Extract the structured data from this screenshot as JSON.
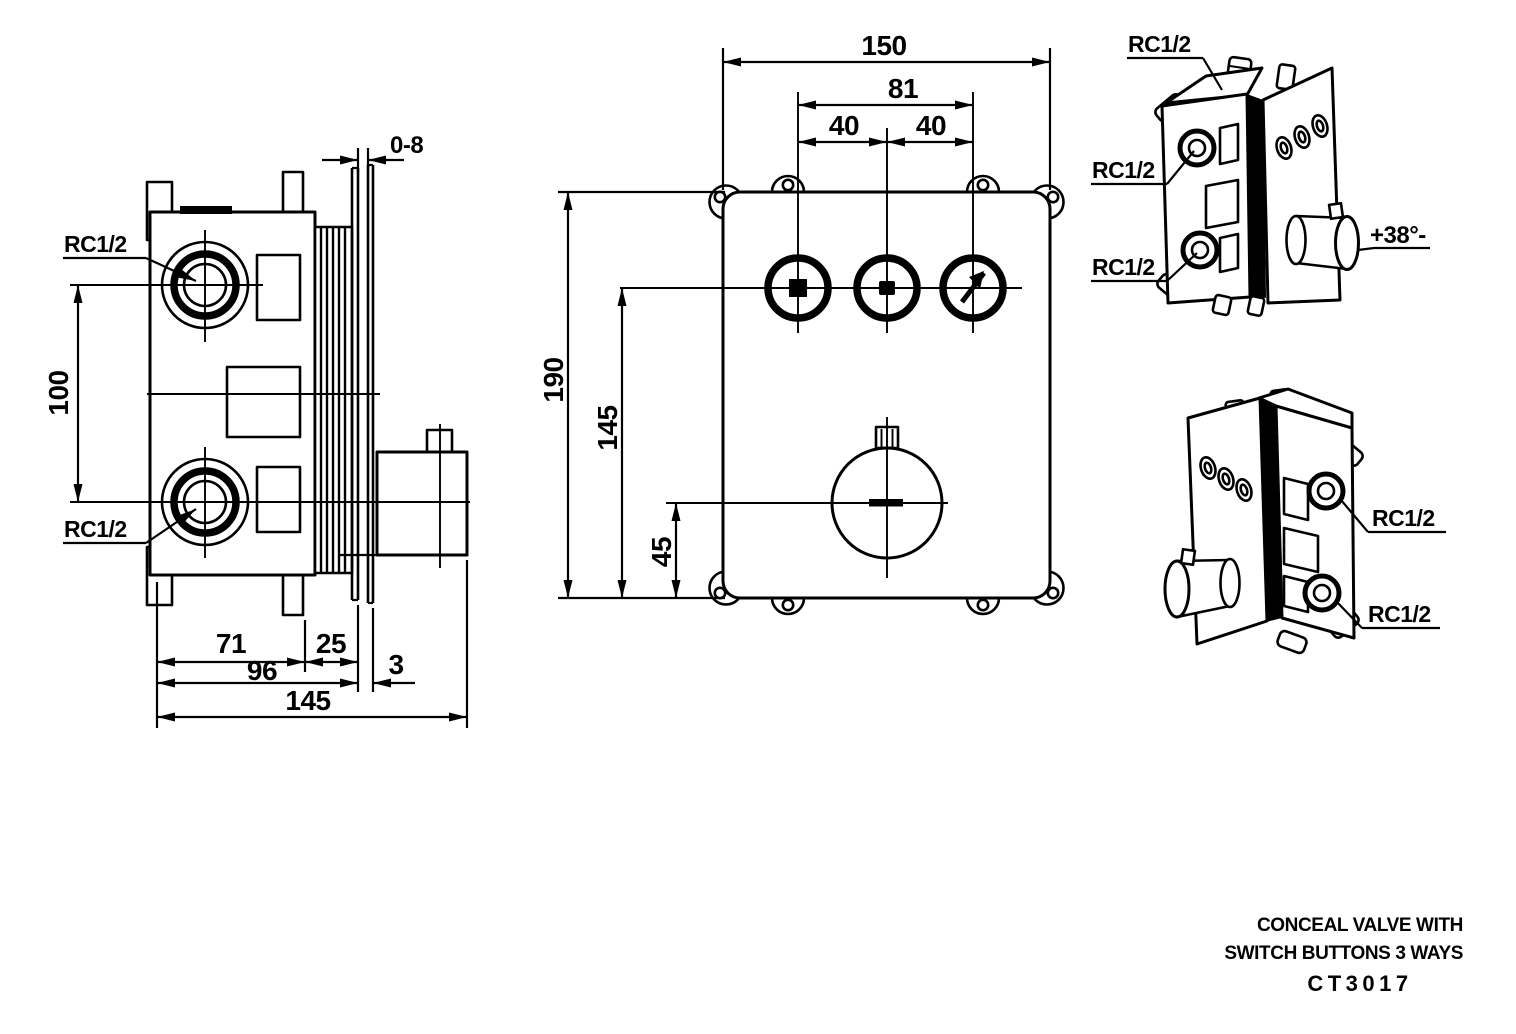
{
  "front_view": {
    "dim_150": "150",
    "dim_81": "81",
    "dim_40_left": "40",
    "dim_40_right": "40",
    "dim_190": "190",
    "dim_145": "145",
    "dim_45": "45"
  },
  "side_view": {
    "rc12_top": "RC1/2",
    "rc12_bottom": "RC1/2",
    "dim_gap": "0-8",
    "dim_100": "100",
    "dim_71": "71",
    "dim_25": "25",
    "dim_96": "96",
    "dim_3": "3",
    "dim_145": "145"
  },
  "iso_top_right": {
    "rc12_top": "RC1/2",
    "rc12_upper": "RC1/2",
    "rc12_lower": "RC1/2",
    "temp_stop": "+38°-"
  },
  "iso_bottom_right": {
    "rc12_upper": "RC1/2",
    "rc12_lower": "RC1/2"
  },
  "title_block": {
    "line1": "CONCEAL VALVE WITH",
    "line2": "SWITCH BUTTONS 3 WAYS",
    "model": "CT3017"
  },
  "colors": {
    "ink": "#000000",
    "paper": "#ffffff"
  }
}
